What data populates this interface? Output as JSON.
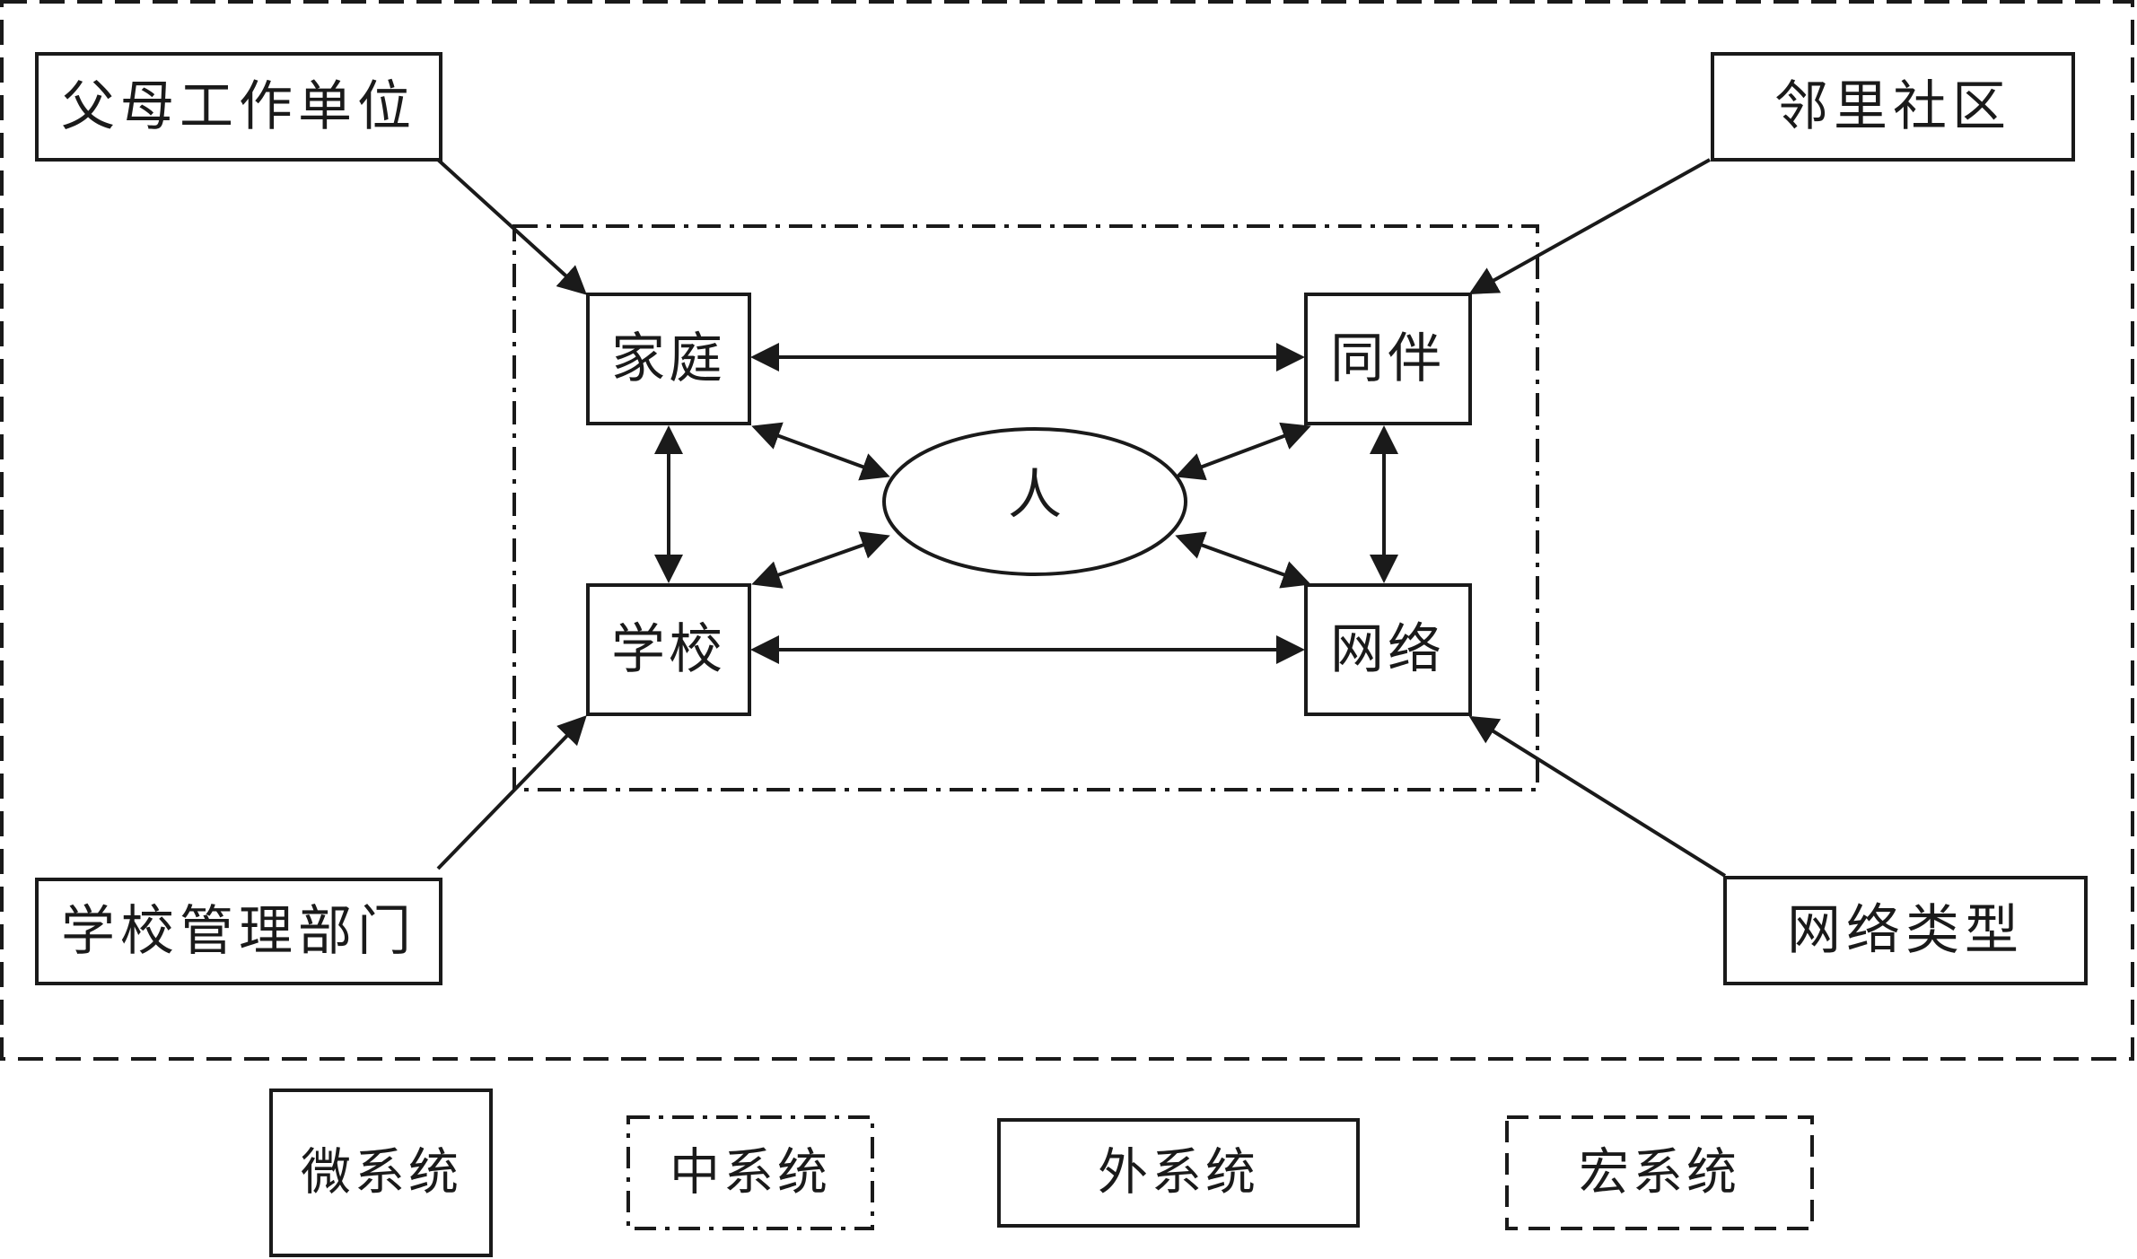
{
  "macro_boxes": {
    "parent_work": "父母工作单位",
    "neighborhood": "邻里社区",
    "school_admin": "学校管理部门",
    "network_type": "网络类型"
  },
  "micro_boxes": {
    "family": "家庭",
    "peers": "同伴",
    "school": "学校",
    "network": "网络"
  },
  "center": {
    "person": "人"
  },
  "legend": {
    "micro": "微系统",
    "meso": "中系统",
    "exo": "外系统",
    "macro": "宏系统"
  }
}
